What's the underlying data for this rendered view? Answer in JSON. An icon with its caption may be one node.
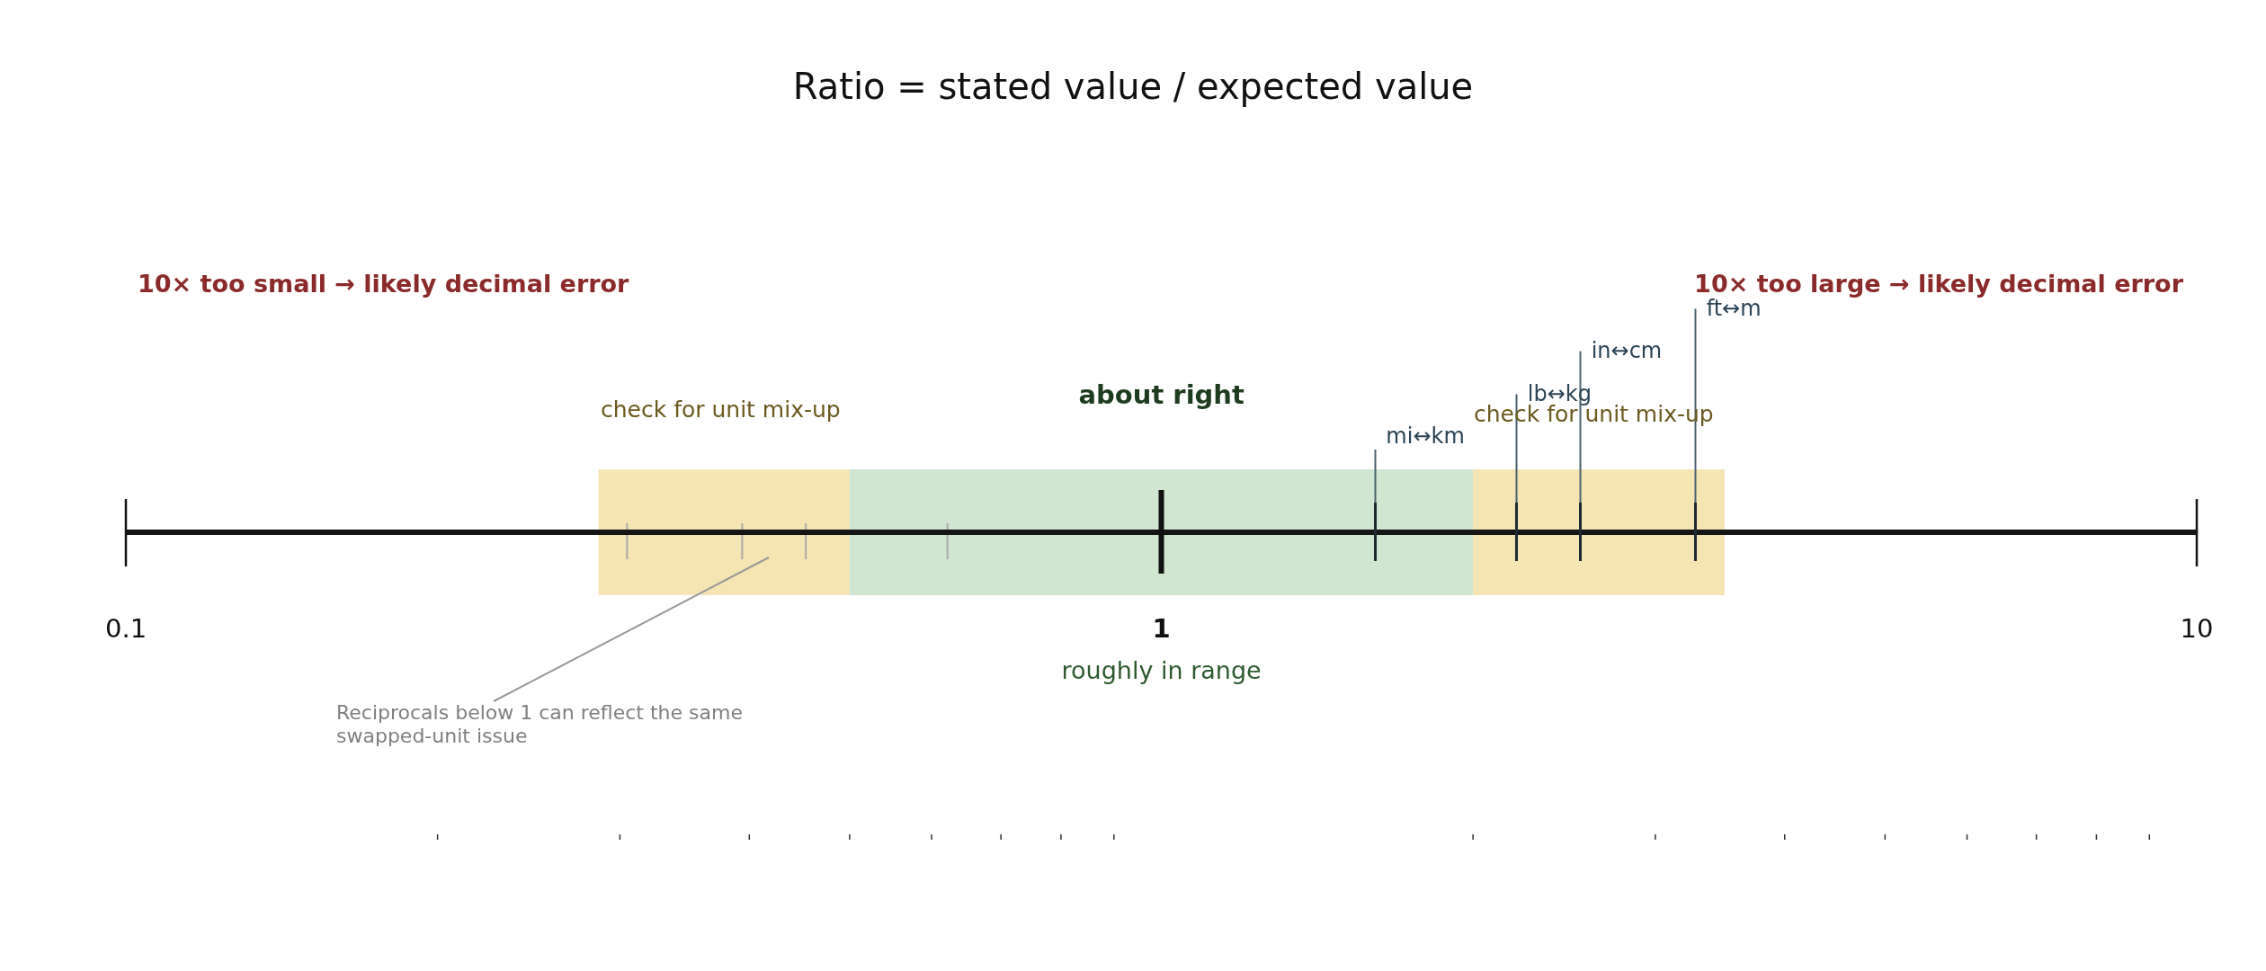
{
  "diagram": {
    "title": "Ratio = stated value / expected value",
    "nodes": [
      {
        "text": [
          "ft↔m"
        ]
      },
      {
        "text": [
          "in↔cm"
        ]
      },
      {
        "text": [
          "lb↔kg"
        ]
      },
      {
        "text": [
          "mi↔km"
        ]
      },
      {
        "text": [
          "Reciprocals below 1 can reflect the same swapped-unit issue"
        ]
      },
      {
        "text": [],
        "shape": "bar"
      },
      {
        "text": [],
        "shape": "bar"
      },
      {
        "text": [],
        "shape": "bar"
      },
      {
        "text": [],
        "shape": "bar"
      }
    ],
    "edges": [
      {
        "from": 0,
        "to": 8,
        "arrow": "none"
      },
      {
        "from": 1,
        "to": 7,
        "arrow": "none"
      },
      {
        "from": 2,
        "to": 6,
        "arrow": "none"
      },
      {
        "from": 3,
        "to": 5,
        "arrow": "none"
      },
      {
        "from": 4,
        "to": null,
        "arrow": "none"
      }
    ],
    "labels": [
      "10× too small → likely decimal error",
      "10× too large → likely decimal error",
      "about right",
      "check for unit mix-up",
      "check for unit mix-up",
      "0.1",
      "1",
      "10",
      "roughly in range"
    ]
  }
}
